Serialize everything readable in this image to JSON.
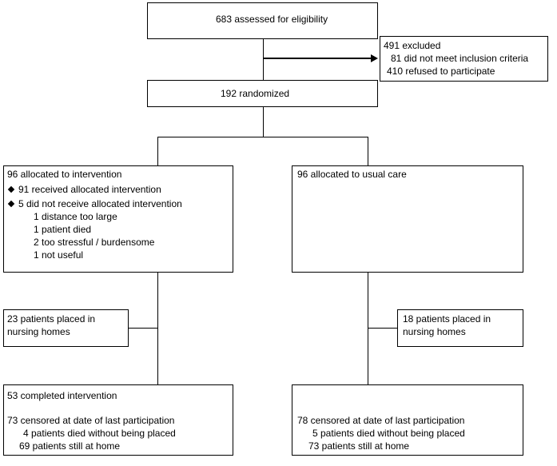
{
  "assessed": "683 assessed for eligibility",
  "excluded": {
    "title": "491 excluded",
    "items": [
      "81 did not meet inclusion criteria",
      "410 refused to participate"
    ]
  },
  "randomized": "192 randomized",
  "intervention": {
    "title": "96 allocated to intervention",
    "received": "91 received allocated intervention",
    "not_received": "5 did not receive allocated intervention",
    "reasons": [
      "1 distance too large",
      "1 patient died",
      "2 too stressful / burdensome",
      "1 not useful"
    ]
  },
  "usual_care": {
    "title": "96 allocated to usual care"
  },
  "nursing_left": {
    "line1": "23 patients placed in",
    "line2": "nursing homes"
  },
  "nursing_right": {
    "line1": "18 patients placed in",
    "line2": "nursing homes"
  },
  "final_left": {
    "completed": "53 completed intervention",
    "censored": "73 censored at date of last participation",
    "details": [
      "4 patients died without being placed",
      "69 patients still at home"
    ]
  },
  "final_right": {
    "censored": "78 censored at date of last participation",
    "details": [
      "5 patients died without being placed",
      "73 patients still at home"
    ]
  }
}
